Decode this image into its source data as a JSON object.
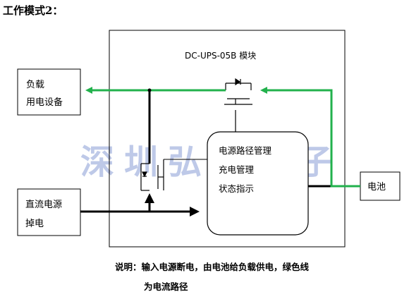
{
  "heading": "工作模式2：",
  "module_title": "DC-UPS-05B 模块",
  "boxes": {
    "load": {
      "line1": "负载",
      "line2": "用电设备"
    },
    "dc_input": {
      "line1": "直流电源",
      "line2": "掉电"
    },
    "battery": {
      "label": "电池"
    },
    "controller": {
      "line1": "电源路径管理",
      "line2": "充电管理",
      "line3": "状态指示"
    }
  },
  "watermark": "深圳弘毅电子",
  "caption": {
    "line1": "说明：输入电源断电，由电池给负载供电，绿色线",
    "line2": "为电流路径"
  },
  "colors": {
    "current_path": "#22b14c",
    "wire": "#000000",
    "box_border": "#000000",
    "watermark": "#b8c4e6"
  }
}
